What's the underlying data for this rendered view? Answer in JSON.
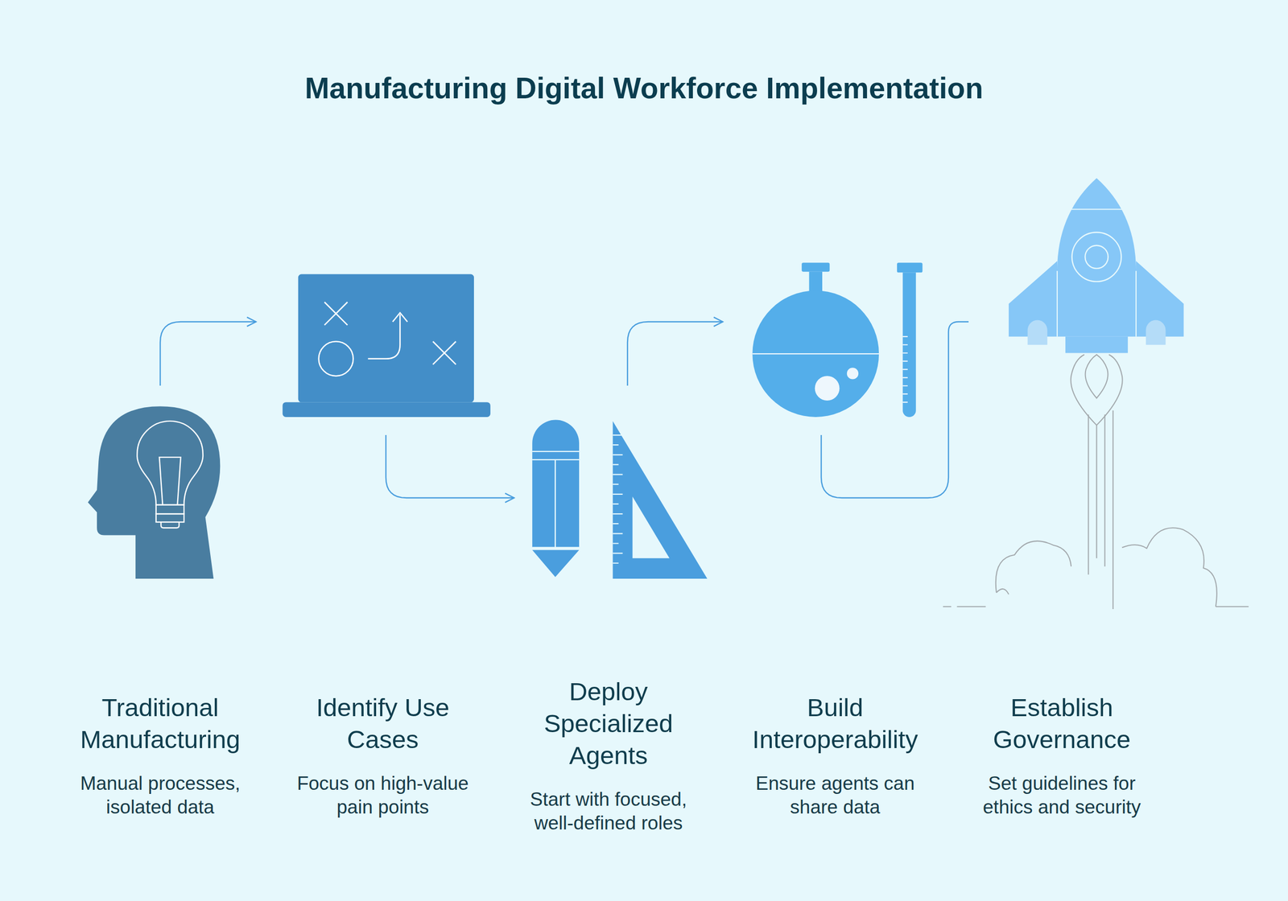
{
  "diagram": {
    "title": "Manufacturing Digital Workforce Implementation",
    "nodes": [
      {
        "text": [
          "Traditional Manufacturing",
          "Manual processes, isolated data"
        ]
      },
      {
        "text": [
          "Identify Use Cases",
          "Focus on high-value pain points"
        ]
      },
      {
        "text": [
          "Deploy Specialized Agents",
          "Start with focused, well-defined roles"
        ]
      },
      {
        "text": [
          "Build Interoperability",
          "Ensure agents can share data"
        ]
      },
      {
        "text": [
          "Establish Governance",
          "Set guidelines for ethics and security"
        ]
      }
    ],
    "edges": [
      {
        "from": 0,
        "to": 1,
        "arrow": "to"
      },
      {
        "from": 1,
        "to": 2,
        "arrow": "to"
      },
      {
        "from": 2,
        "to": 3,
        "arrow": "to"
      },
      {
        "from": 3,
        "to": 4,
        "arrow": "none"
      }
    ]
  }
}
